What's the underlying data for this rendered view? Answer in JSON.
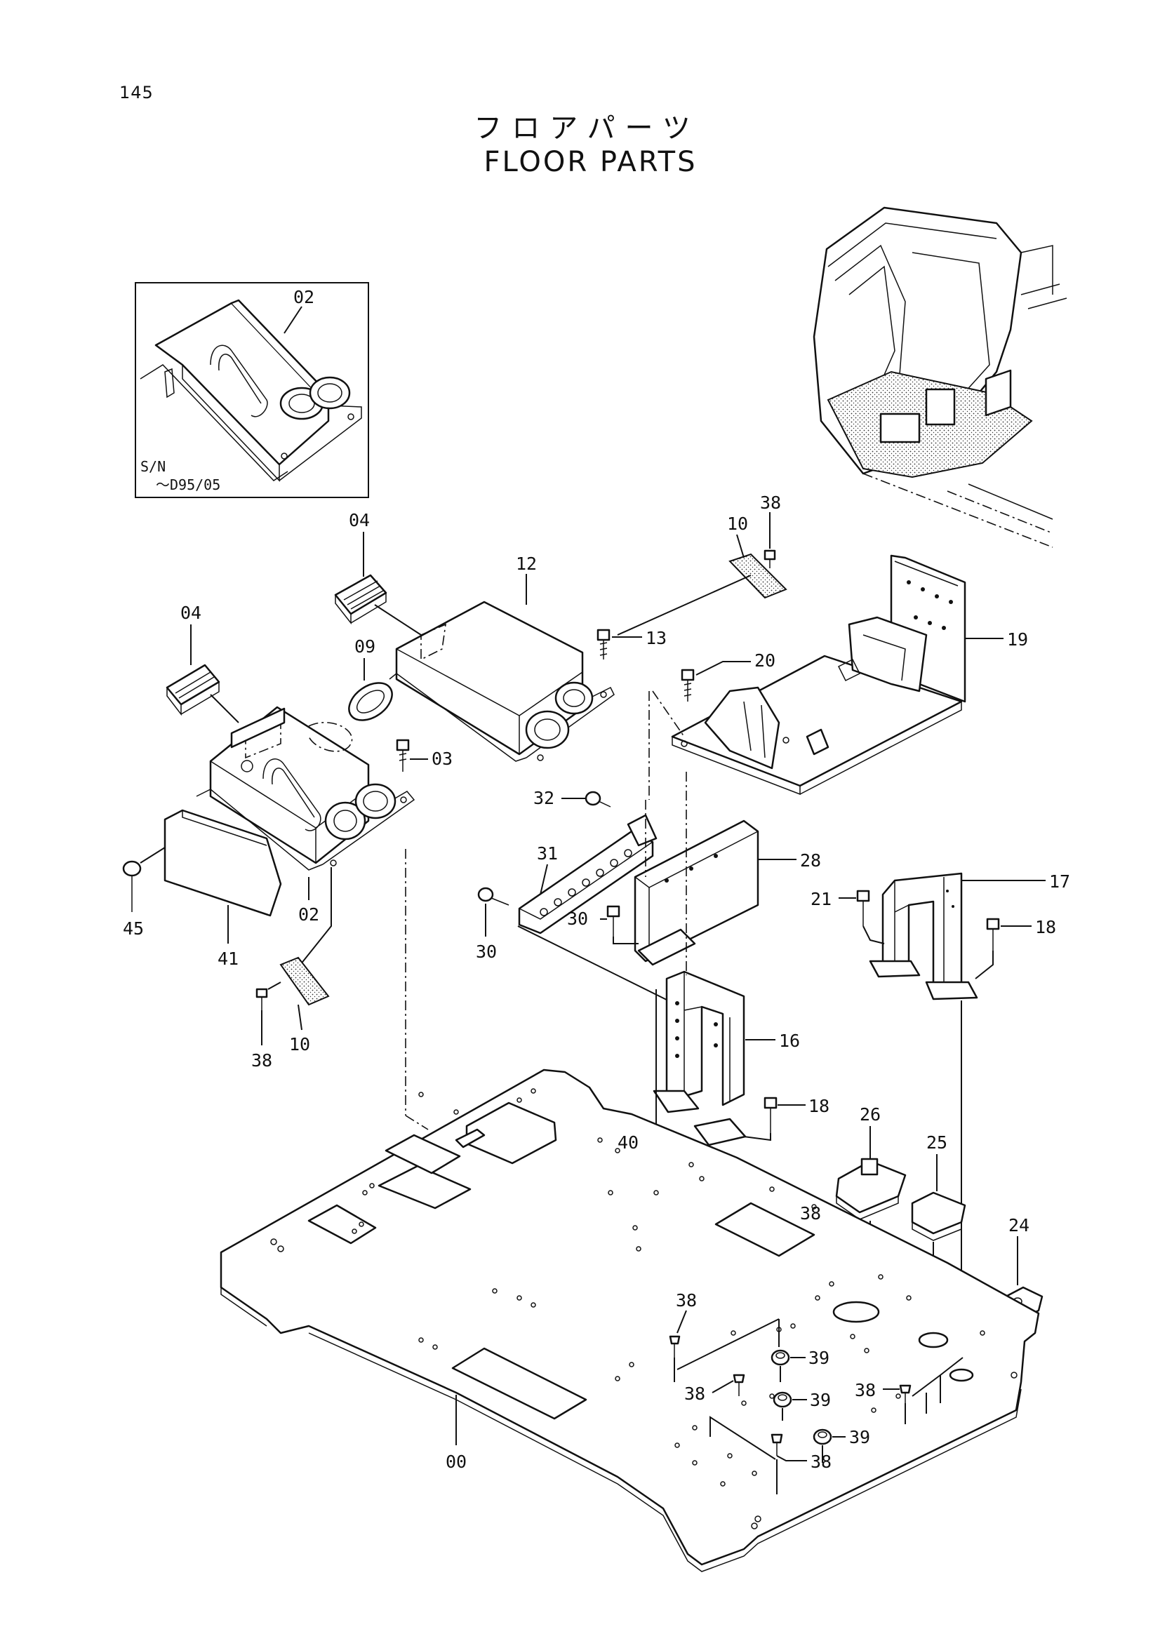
{
  "page": {
    "number": "145",
    "title_jp": "フロアパーツ",
    "title_en": "FLOOR PARTS"
  },
  "inset": {
    "part_label": "02",
    "sn_line1": "S/N",
    "sn_line2": "～D95/05"
  },
  "callouts": [
    {
      "id": "c04a",
      "text": "04"
    },
    {
      "id": "c04b",
      "text": "04"
    },
    {
      "id": "c12",
      "text": "12"
    },
    {
      "id": "c09",
      "text": "09"
    },
    {
      "id": "c03",
      "text": "03"
    },
    {
      "id": "c13",
      "text": "13"
    },
    {
      "id": "c10a",
      "text": "10"
    },
    {
      "id": "c38a",
      "text": "38"
    },
    {
      "id": "c20",
      "text": "20"
    },
    {
      "id": "c19",
      "text": "19"
    },
    {
      "id": "c32",
      "text": "32"
    },
    {
      "id": "c31",
      "text": "31"
    },
    {
      "id": "c28",
      "text": "28"
    },
    {
      "id": "c17",
      "text": "17"
    },
    {
      "id": "c21",
      "text": "21"
    },
    {
      "id": "c18a",
      "text": "18"
    },
    {
      "id": "c30a",
      "text": "30"
    },
    {
      "id": "c30b",
      "text": "30"
    },
    {
      "id": "c45",
      "text": "45"
    },
    {
      "id": "c41",
      "text": "41"
    },
    {
      "id": "c02",
      "text": "02"
    },
    {
      "id": "c10b",
      "text": "10"
    },
    {
      "id": "c38b",
      "text": "38"
    },
    {
      "id": "c16",
      "text": "16"
    },
    {
      "id": "c18b",
      "text": "18"
    },
    {
      "id": "c26",
      "text": "26"
    },
    {
      "id": "c40",
      "text": "40"
    },
    {
      "id": "c25",
      "text": "25"
    },
    {
      "id": "c38c",
      "text": "38"
    },
    {
      "id": "c24",
      "text": "24"
    },
    {
      "id": "c38d",
      "text": "38"
    },
    {
      "id": "c39a",
      "text": "39"
    },
    {
      "id": "c38e",
      "text": "38"
    },
    {
      "id": "c39b",
      "text": "39"
    },
    {
      "id": "c38f",
      "text": "38"
    },
    {
      "id": "c39c",
      "text": "39"
    },
    {
      "id": "c38g",
      "text": "38"
    },
    {
      "id": "c00",
      "text": "00"
    }
  ]
}
